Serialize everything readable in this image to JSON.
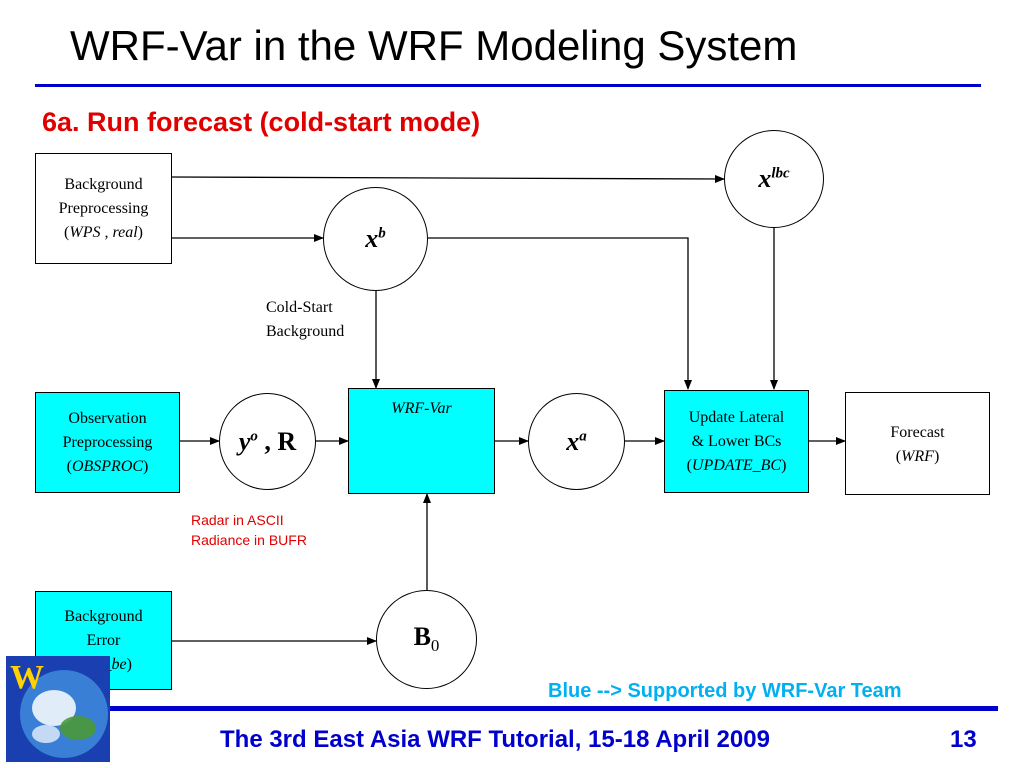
{
  "slide": {
    "title": "WRF-Var in the WRF Modeling System",
    "subtitle": "6a. Run forecast (cold-start mode)",
    "footer": "The 3rd East Asia WRF Tutorial, 15-18 April 2009",
    "page_number": "13",
    "legend_note": "Blue --> Supported by WRF-Var Team",
    "logo_letter": "W"
  },
  "boxes": {
    "bg_prep": {
      "line1": "Background",
      "line2": "Preprocessing",
      "open": "(",
      "tool": "WPS , real",
      "close": ")"
    },
    "obs_prep": {
      "line1": "Observation",
      "line2": "Preprocessing",
      "open": "(",
      "tool": "OBSPROC",
      "close": ")"
    },
    "bg_error": {
      "line1": "Background",
      "line2": "Error",
      "open": "(",
      "tool": "gen_be",
      "close": ")"
    },
    "wrf_var": {
      "label": "WRF-Var"
    },
    "update_bc": {
      "line1": "Update Lateral",
      "line2": "& Lower BCs",
      "open": "(",
      "tool": "UPDATE_BC",
      "close": ")"
    },
    "forecast": {
      "line1": "Forecast",
      "open": "(",
      "tool": "WRF",
      "close": ")"
    }
  },
  "circles": {
    "xlbc": {
      "base": "x",
      "sup": "lbc"
    },
    "xb": {
      "base": "x",
      "sup": "b"
    },
    "yo": {
      "base": "y",
      "sup": "o",
      "rest": " , R"
    },
    "xa": {
      "base": "x",
      "sup": "a"
    },
    "b0": {
      "base": "B",
      "sub": "0"
    }
  },
  "notes": {
    "cold_start": {
      "line1": "Cold-Start",
      "line2": "Background"
    },
    "obs_formats": {
      "line1": "Radar in ASCII",
      "line2": "Radiance in BUFR"
    }
  },
  "colors": {
    "accent_blue": "#0000cc",
    "subtitle_red": "#e00000",
    "box_cyan": "#00ffff",
    "legend_blue": "#00b0f0"
  }
}
